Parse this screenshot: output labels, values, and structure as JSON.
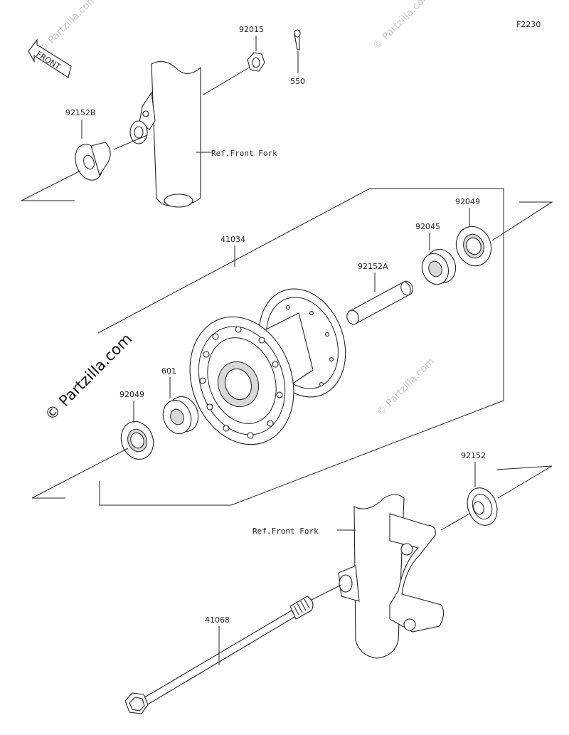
{
  "figure_code": "F2230",
  "watermark": {
    "main": "© Partzilla.com",
    "faint": "© Partzilla.com"
  },
  "front_arrow_label": "FRONT",
  "references": {
    "upper_fork": "Ref.Front Fork",
    "lower_fork": "Ref.Front Fork"
  },
  "part_labels": {
    "p92015": "92015",
    "p550": "550",
    "p92152B": "92152B",
    "p41034": "41034",
    "p92049_top": "92049",
    "p92045": "92045",
    "p92152A": "92152A",
    "p601": "601",
    "p92049_left": "92049",
    "p92152": "92152",
    "p41068": "41068"
  },
  "colors": {
    "line": "#222222",
    "watermark": "#c8c8c8",
    "shade": "#d9d9d9"
  }
}
